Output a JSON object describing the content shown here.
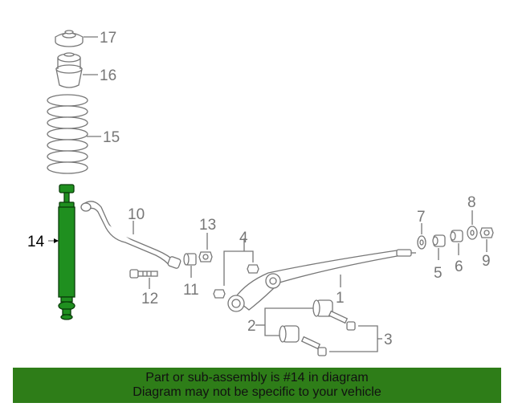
{
  "diagram": {
    "highlighted_part": "14",
    "callouts": {
      "p1": "1",
      "p2": "2",
      "p3": "3",
      "p4": "4",
      "p5": "5",
      "p6": "6",
      "p7": "7",
      "p8": "8",
      "p9": "9",
      "p10": "10",
      "p11": "11",
      "p12": "12",
      "p13": "13",
      "p14": "14",
      "p15": "15",
      "p16": "16",
      "p17": "17"
    },
    "colors": {
      "highlight": "#1f8f1f",
      "line": "#777777",
      "banner": "#2e7d18"
    }
  },
  "banner": {
    "line1": "Part or sub-assembly is #14 in diagram",
    "line2": "Diagram may not be specific to your vehicle"
  }
}
